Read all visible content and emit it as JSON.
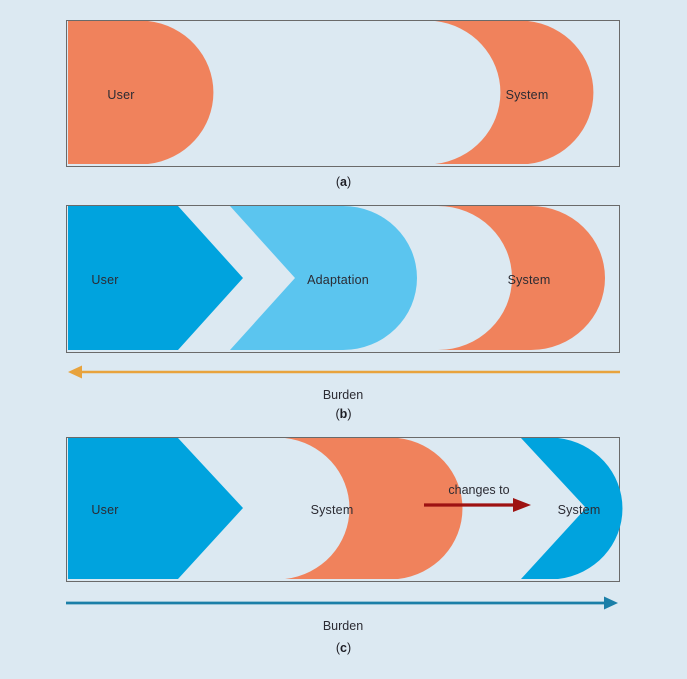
{
  "figure": {
    "background_color": "#dce9f2",
    "panel_border_color": "#6a6a6a",
    "text_color": "#2b2b33"
  },
  "colors": {
    "orange": "#f0825c",
    "blue_dark": "#00a3de",
    "blue_light": "#5bc5ef",
    "burden_orange": "#e8a33d",
    "burden_blue": "#1b7fa8",
    "changes_red": "#9e1212"
  },
  "panels": [
    {
      "id": "a",
      "caption": "(a)",
      "caption_letter": "a",
      "shapes": [
        {
          "name": "user",
          "label": "User",
          "color": "#f0825c",
          "left_edge": "flat",
          "right_edge": "round"
        },
        {
          "name": "system",
          "label": "System",
          "color": "#f0825c",
          "left_edge": "concave-round",
          "right_edge": "round"
        }
      ],
      "burden": null
    },
    {
      "id": "b",
      "caption": "(b)",
      "caption_letter": "b",
      "shapes": [
        {
          "name": "user",
          "label": "User",
          "color": "#00a3de",
          "left_edge": "flat",
          "right_edge": "chevron"
        },
        {
          "name": "adaptation",
          "label": "Adaptation",
          "color": "#5bc5ef",
          "left_edge": "chevron-notch",
          "right_edge": "round"
        },
        {
          "name": "system",
          "label": "System",
          "color": "#f0825c",
          "left_edge": "concave-round",
          "right_edge": "round"
        }
      ],
      "burden": {
        "label": "Burden",
        "direction": "left",
        "color": "#e8a33d"
      }
    },
    {
      "id": "c",
      "caption": "(c)",
      "caption_letter": "c",
      "shapes": [
        {
          "name": "user",
          "label": "User",
          "color": "#00a3de",
          "left_edge": "flat",
          "right_edge": "chevron"
        },
        {
          "name": "system-old",
          "label": "System",
          "color": "#f0825c",
          "left_edge": "concave-round",
          "right_edge": "round"
        },
        {
          "name": "system-new",
          "label": "System",
          "color": "#00a3de",
          "left_edge": "chevron-notch",
          "right_edge": "round"
        }
      ],
      "transition": {
        "label": "changes to",
        "direction": "right",
        "color": "#9e1212"
      },
      "burden": {
        "label": "Burden",
        "direction": "right",
        "color": "#1b7fa8"
      }
    }
  ]
}
